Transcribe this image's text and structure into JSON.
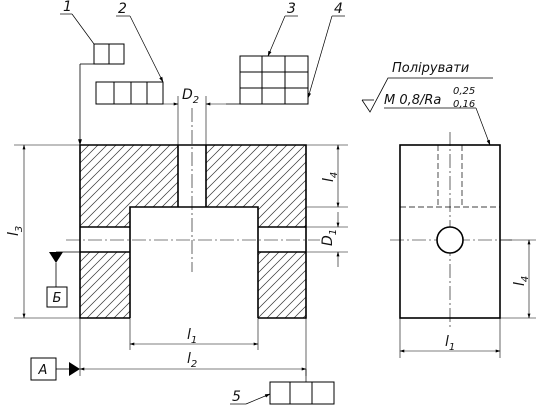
{
  "leaders": {
    "l1": "1",
    "l2": "2",
    "l3": "3",
    "l4": "4",
    "l5": "5"
  },
  "dims": {
    "d2": "D",
    "d2_sub": "2",
    "d1": "D",
    "d1_sub": "1",
    "l1": "l",
    "l1_sub": "1",
    "l2": "l",
    "l2_sub": "2",
    "l3": "l",
    "l3_sub": "3",
    "l4": "l",
    "l4_sub": "4",
    "side_l1": "l",
    "side_l1_sub": "1",
    "side_l4": "l",
    "side_l4_sub": "4"
  },
  "datums": {
    "a": "А",
    "b": "Б"
  },
  "surface": {
    "note": "Полірувати",
    "text": "М 0,8/Ra",
    "upper": "0,25",
    "lower": "0,16"
  }
}
